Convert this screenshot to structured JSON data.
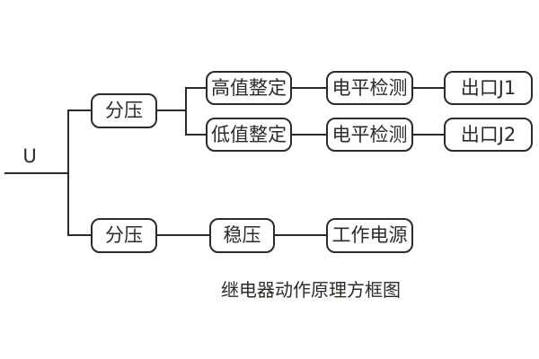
{
  "diagram": {
    "title": "继电器动作原理方框图",
    "input_label": "U",
    "caption": "继电器动作原理方框图",
    "colors": {
      "stroke": "#2e2a26",
      "box_fill": "#ffffff",
      "background": "#ffffff"
    },
    "boxes": [
      {
        "id": "voltage-divider-top",
        "label": "分压"
      },
      {
        "id": "high-value-setting",
        "label": "高值整定"
      },
      {
        "id": "low-value-setting",
        "label": "低值整定"
      },
      {
        "id": "level-detection-1",
        "label": "电平检测"
      },
      {
        "id": "output-j1",
        "label": "出口J1"
      },
      {
        "id": "level-detection-2",
        "label": "电平检测"
      },
      {
        "id": "output-j2",
        "label": "出口J2"
      },
      {
        "id": "voltage-divider-bottom",
        "label": "分压"
      },
      {
        "id": "voltage-regulator",
        "label": "稳压"
      },
      {
        "id": "working-power-supply",
        "label": "工作电源"
      }
    ]
  }
}
